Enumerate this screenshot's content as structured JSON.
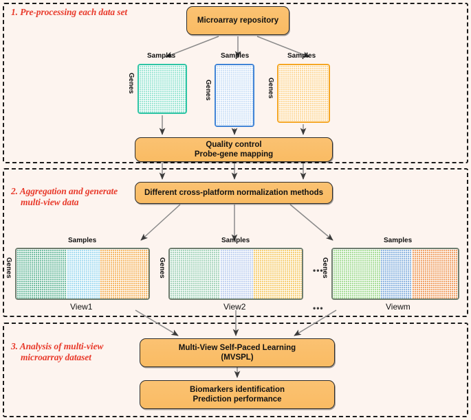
{
  "diagram": {
    "background_color": "#fdf4ef",
    "accent_box_color": "#fabf6c",
    "section_label_color": "#e8392a",
    "sections": [
      {
        "id": "pre-processing",
        "label": "1. Pre-processing each data set"
      },
      {
        "id": "aggregation",
        "label_line1": "2. Aggregation and generate",
        "label_line2": "multi-view data"
      },
      {
        "id": "analysis",
        "label_line1": "3. Analysis of multi-view",
        "label_line2": "microarray dataset"
      }
    ],
    "boxes": {
      "repository": "Microarray repository",
      "quality_control": "Quality control\nProbe-gene mapping",
      "normalization": "Different cross-platform normalization methods",
      "mvspl": "Multi-View Self-Paced Learning\n(MVSPL)",
      "biomarkers": "Biomarkers identification\nPrediction performance"
    },
    "dataset_matrices": [
      {
        "name": "dataset-1",
        "samples_label": "Samples",
        "genes_label": "Genes",
        "border_color": "#2ec4a4",
        "fill_color": "#9fe6d5"
      },
      {
        "name": "dataset-2",
        "samples_label": "Samples",
        "genes_label": "Genes",
        "border_color": "#3f83d6",
        "fill_color": "#cfe2f7"
      },
      {
        "name": "dataset-3",
        "samples_label": "Samples",
        "genes_label": "Genes",
        "border_color": "#f5a623",
        "fill_color": "#fdd89a"
      }
    ],
    "view_matrices": [
      {
        "name": "View1",
        "samples_label": "Samples",
        "genes_label": "Genes",
        "bands": [
          {
            "color": "#76bfa4",
            "width_pct": 38
          },
          {
            "color": "#a6dcf0",
            "width_pct": 25
          },
          {
            "color": "#f5b96a",
            "width_pct": 37
          }
        ]
      },
      {
        "name": "View2",
        "samples_label": "Samples",
        "genes_label": "Genes",
        "bands": [
          {
            "color": "#a8d5bd",
            "width_pct": 38
          },
          {
            "color": "#c3d3f0",
            "width_pct": 25
          },
          {
            "color": "#f6cf76",
            "width_pct": 37
          }
        ]
      },
      {
        "name": "Viewm",
        "samples_label": "Samples",
        "genes_label": "Genes",
        "bands": [
          {
            "color": "#a9dd9a",
            "width_pct": 38
          },
          {
            "color": "#8fb6e0",
            "width_pct": 25
          },
          {
            "color": "#f0a46a",
            "width_pct": 37
          }
        ]
      }
    ],
    "ellipsis": "•••",
    "ellipsis_low": "•••"
  }
}
